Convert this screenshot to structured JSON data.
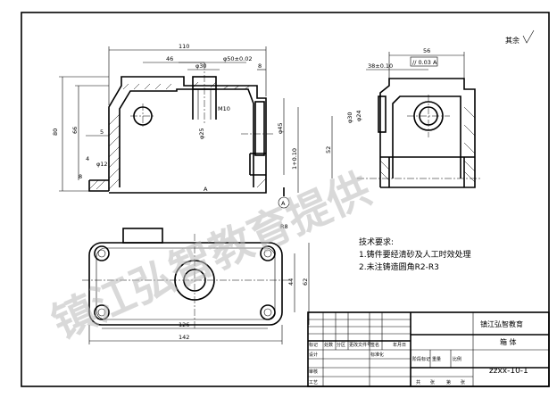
{
  "drawing": {
    "roughness_note": "其余",
    "notes_title": "技术要求:",
    "notes": [
      "1.铸件要经清砂及人工时效处理",
      "2.未注铸造圆角R2-R3"
    ],
    "section_mark": "A",
    "view_mark": "A",
    "watermark": "镇江弘智教育提供",
    "dims": {
      "front_width": "110",
      "front_46": "46",
      "front_30": "φ30",
      "front_50": "φ50±0.02",
      "front_8": "8",
      "front_80": "80",
      "front_66": "66",
      "front_5": "5",
      "front_8b": "8",
      "front_12": "φ12",
      "front_4": "4",
      "front_25": "φ25",
      "front_M10": "M10",
      "front_45": "φ45",
      "front_height": "1+0.10",
      "side_56": "56",
      "side_tol": "// 0.03 A",
      "side_38": "38±0.10",
      "side_30": "φ30",
      "side_24": "φ24",
      "side_52": "52",
      "plan_126": "126",
      "plan_142": "142",
      "plan_44": "44",
      "plan_62": "62",
      "plan_R8": "R8"
    }
  },
  "title_block": {
    "company": "镇江弘智教育",
    "part_name": "箱 体",
    "drawing_no": "zzxx-10-1",
    "headers": [
      "标记",
      "处数",
      "分区",
      "更改文件号",
      "签名",
      "年月日"
    ],
    "rows": [
      "设计",
      "标准化",
      "审核",
      "工艺"
    ],
    "stage_labels": [
      "阶段标记",
      "重量",
      "比例"
    ],
    "footer": [
      "共",
      "张",
      "第",
      "张"
    ]
  }
}
